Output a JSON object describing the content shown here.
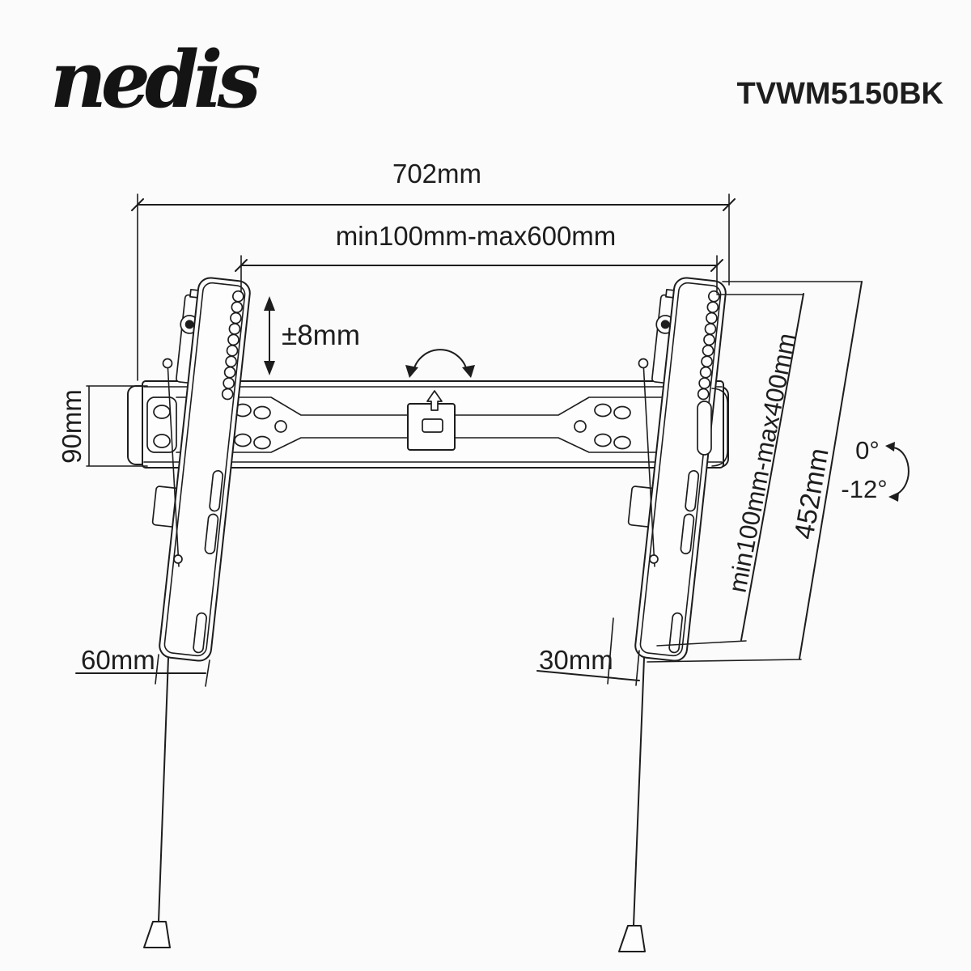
{
  "header": {
    "brand": "nedis",
    "model": "TVWM5150BK"
  },
  "diagram": {
    "dimensions": {
      "total_width": "702mm",
      "wall_pattern_width": "min100mm-max600mm",
      "height_adjustment": "±8mm",
      "rail_height": "90mm",
      "vesa_height": "min100mm-max400mm",
      "bracket_length": "452mm",
      "tilt_max": "0°",
      "tilt_min": "-12°",
      "bottom_left_offset": "60mm",
      "bottom_right_offset": "30mm"
    }
  }
}
